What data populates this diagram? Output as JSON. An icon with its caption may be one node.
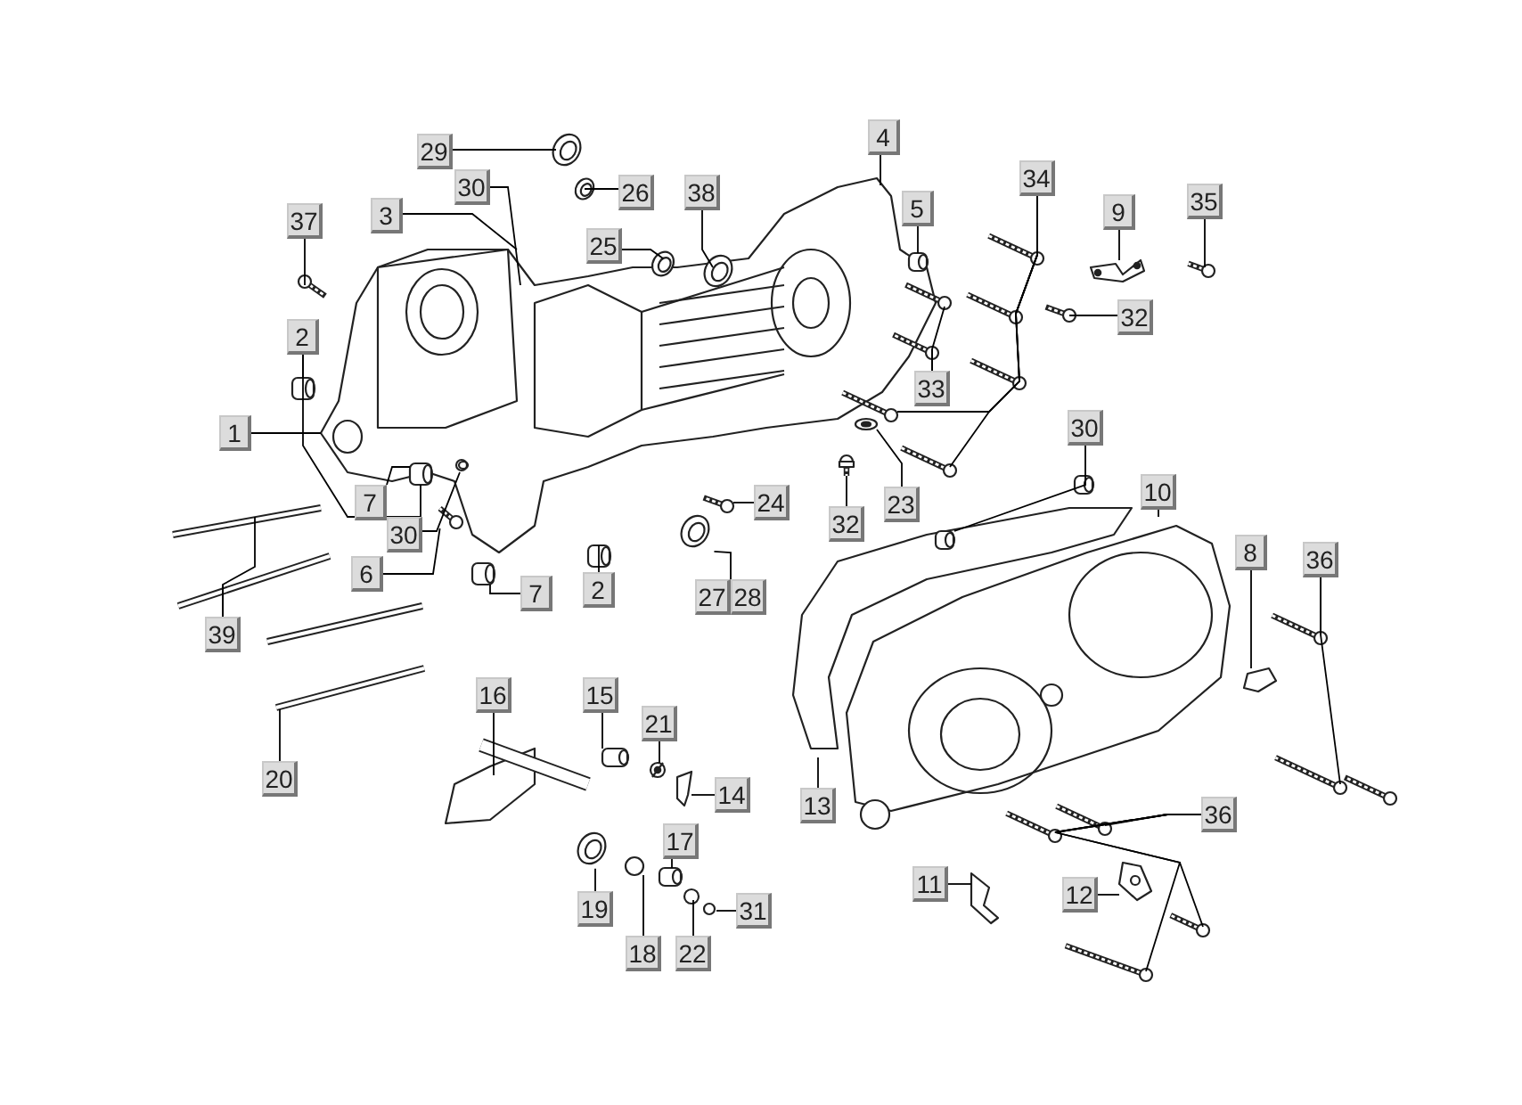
{
  "diagram": {
    "nodes": [
      {
        "text": [
          "29"
        ]
      },
      {
        "text": [
          "4"
        ]
      },
      {
        "text": [
          "30"
        ]
      },
      {
        "text": [
          "26"
        ]
      },
      {
        "text": [
          "38"
        ]
      },
      {
        "text": [
          "34"
        ]
      },
      {
        "text": [
          "9"
        ]
      },
      {
        "text": [
          "35"
        ]
      },
      {
        "text": [
          "3"
        ]
      },
      {
        "text": [
          "5"
        ]
      },
      {
        "text": [
          "37"
        ]
      },
      {
        "text": [
          "25"
        ]
      },
      {
        "text": [
          "32"
        ]
      },
      {
        "text": [
          "2"
        ]
      },
      {
        "text": [
          "33"
        ]
      },
      {
        "text": [
          "1"
        ]
      },
      {
        "text": [
          "30"
        ]
      },
      {
        "text": [
          "23"
        ]
      },
      {
        "text": [
          "24"
        ]
      },
      {
        "text": [
          "32"
        ]
      },
      {
        "text": [
          "7"
        ]
      },
      {
        "text": [
          "30"
        ]
      },
      {
        "text": [
          "10"
        ]
      },
      {
        "text": [
          "6"
        ]
      },
      {
        "text": [
          "7"
        ]
      },
      {
        "text": [
          "2"
        ]
      },
      {
        "text": [
          "27"
        ]
      },
      {
        "text": [
          "28"
        ]
      },
      {
        "text": [
          "8"
        ]
      },
      {
        "text": [
          "36"
        ]
      },
      {
        "text": [
          "39"
        ]
      },
      {
        "text": [
          "16"
        ]
      },
      {
        "text": [
          "15"
        ]
      },
      {
        "text": [
          "21"
        ]
      },
      {
        "text": [
          "20"
        ]
      },
      {
        "text": [
          "14"
        ]
      },
      {
        "text": [
          "13"
        ]
      },
      {
        "text": [
          "36"
        ]
      },
      {
        "text": [
          "17"
        ]
      },
      {
        "text": [
          "11"
        ]
      },
      {
        "text": [
          "12"
        ]
      },
      {
        "text": [
          "19"
        ]
      },
      {
        "text": [
          "31"
        ]
      },
      {
        "text": [
          "18"
        ]
      },
      {
        "text": [
          "22"
        ]
      },
      {
        "text": [],
        "shape": "picture"
      },
      {
        "text": [],
        "shape": "picture"
      },
      {
        "text": [],
        "shape": "picture"
      },
      {
        "text": [],
        "shape": "picture"
      },
      {
        "text": [],
        "shape": "picture"
      },
      {
        "text": [],
        "shape": "picture"
      },
      {
        "text": [],
        "shape": "picture"
      },
      {
        "text": [],
        "shape": "picture"
      },
      {
        "text": [],
        "shape": "picture"
      },
      {
        "text": [],
        "shape": "picture"
      },
      {
        "text": [],
        "shape": "picture"
      },
      {
        "text": [],
        "shape": "picture"
      },
      {
        "text": [],
        "shape": "picture"
      },
      {
        "text": [],
        "shape": "picture"
      },
      {
        "text": [],
        "shape": "picture"
      },
      {
        "text": [],
        "shape": "picture"
      },
      {
        "text": [],
        "shape": "picture"
      },
      {
        "text": [],
        "shape": "picture"
      }
    ],
    "edges": [
      {
        "from": 0,
        "to": null,
        "arrow": "none"
      },
      {
        "from": 1,
        "to": null,
        "arrow": "none"
      },
      {
        "from": 2,
        "to": null,
        "arrow": "none"
      },
      {
        "from": 3,
        "to": null,
        "arrow": "none"
      },
      {
        "from": 4,
        "to": null,
        "arrow": "none"
      },
      {
        "from": 5,
        "to": null,
        "arrow": "none"
      },
      {
        "from": 5,
        "to": null,
        "arrow": "none"
      },
      {
        "from": 5,
        "to": null,
        "arrow": "none"
      },
      {
        "from": 5,
        "to": null,
        "arrow": "none"
      },
      {
        "from": 5,
        "to": 45,
        "arrow": "none"
      },
      {
        "from": 6,
        "to": 58,
        "arrow": "none"
      },
      {
        "from": 7,
        "to": null,
        "arrow": "none"
      },
      {
        "from": 8,
        "to": null,
        "arrow": "none"
      },
      {
        "from": 9,
        "to": null,
        "arrow": "none"
      },
      {
        "from": 10,
        "to": null,
        "arrow": "none"
      },
      {
        "from": 11,
        "to": null,
        "arrow": "none"
      },
      {
        "from": 12,
        "to": null,
        "arrow": "none"
      },
      {
        "from": 13,
        "to": null,
        "arrow": "none"
      },
      {
        "from": 13,
        "to": 47,
        "arrow": "none"
      },
      {
        "from": 14,
        "to": null,
        "arrow": "none"
      },
      {
        "from": 14,
        "to": null,
        "arrow": "none"
      },
      {
        "from": 15,
        "to": null,
        "arrow": "none"
      },
      {
        "from": 16,
        "to": 46,
        "arrow": "none"
      },
      {
        "from": 17,
        "to": 54,
        "arrow": "none"
      },
      {
        "from": 18,
        "to": 55,
        "arrow": "none"
      },
      {
        "from": 19,
        "to": 62,
        "arrow": "none"
      },
      {
        "from": 20,
        "to": 47,
        "arrow": "none"
      },
      {
        "from": 21,
        "to": null,
        "arrow": "none"
      },
      {
        "from": 22,
        "to": null,
        "arrow": "none"
      },
      {
        "from": 23,
        "to": 48,
        "arrow": "none"
      },
      {
        "from": 24,
        "to": 49,
        "arrow": "none"
      },
      {
        "from": 25,
        "to": null,
        "arrow": "none"
      },
      {
        "from": 26,
        "to": 50,
        "arrow": "none"
      },
      {
        "from": 27,
        "to": 50,
        "arrow": "none"
      },
      {
        "from": 28,
        "to": 59,
        "arrow": "none"
      },
      {
        "from": 29,
        "to": null,
        "arrow": "none"
      },
      {
        "from": 29,
        "to": null,
        "arrow": "none"
      },
      {
        "from": 30,
        "to": null,
        "arrow": "none"
      },
      {
        "from": 30,
        "to": null,
        "arrow": "none"
      },
      {
        "from": 31,
        "to": null,
        "arrow": "none"
      },
      {
        "from": 32,
        "to": 51,
        "arrow": "none"
      },
      {
        "from": 33,
        "to": 56,
        "arrow": "none"
      },
      {
        "from": 34,
        "to": null,
        "arrow": "none"
      },
      {
        "from": 35,
        "to": 52,
        "arrow": "none"
      },
      {
        "from": 36,
        "to": null,
        "arrow": "none"
      },
      {
        "from": 37,
        "to": null,
        "arrow": "none"
      },
      {
        "from": 37,
        "to": null,
        "arrow": "none"
      },
      {
        "from": 38,
        "to": null,
        "arrow": "none"
      },
      {
        "from": 39,
        "to": 60,
        "arrow": "none"
      },
      {
        "from": 40,
        "to": 61,
        "arrow": "none"
      },
      {
        "from": 41,
        "to": 57,
        "arrow": "none"
      },
      {
        "from": 42,
        "to": null,
        "arrow": "none"
      },
      {
        "from": 43,
        "to": 53,
        "arrow": "none"
      },
      {
        "from": 44,
        "to": null,
        "arrow": "none"
      },
      {
        "from": 37,
        "to": null,
        "arrow": "none"
      },
      {
        "from": 37,
        "to": null,
        "arrow": "none"
      }
    ]
  }
}
